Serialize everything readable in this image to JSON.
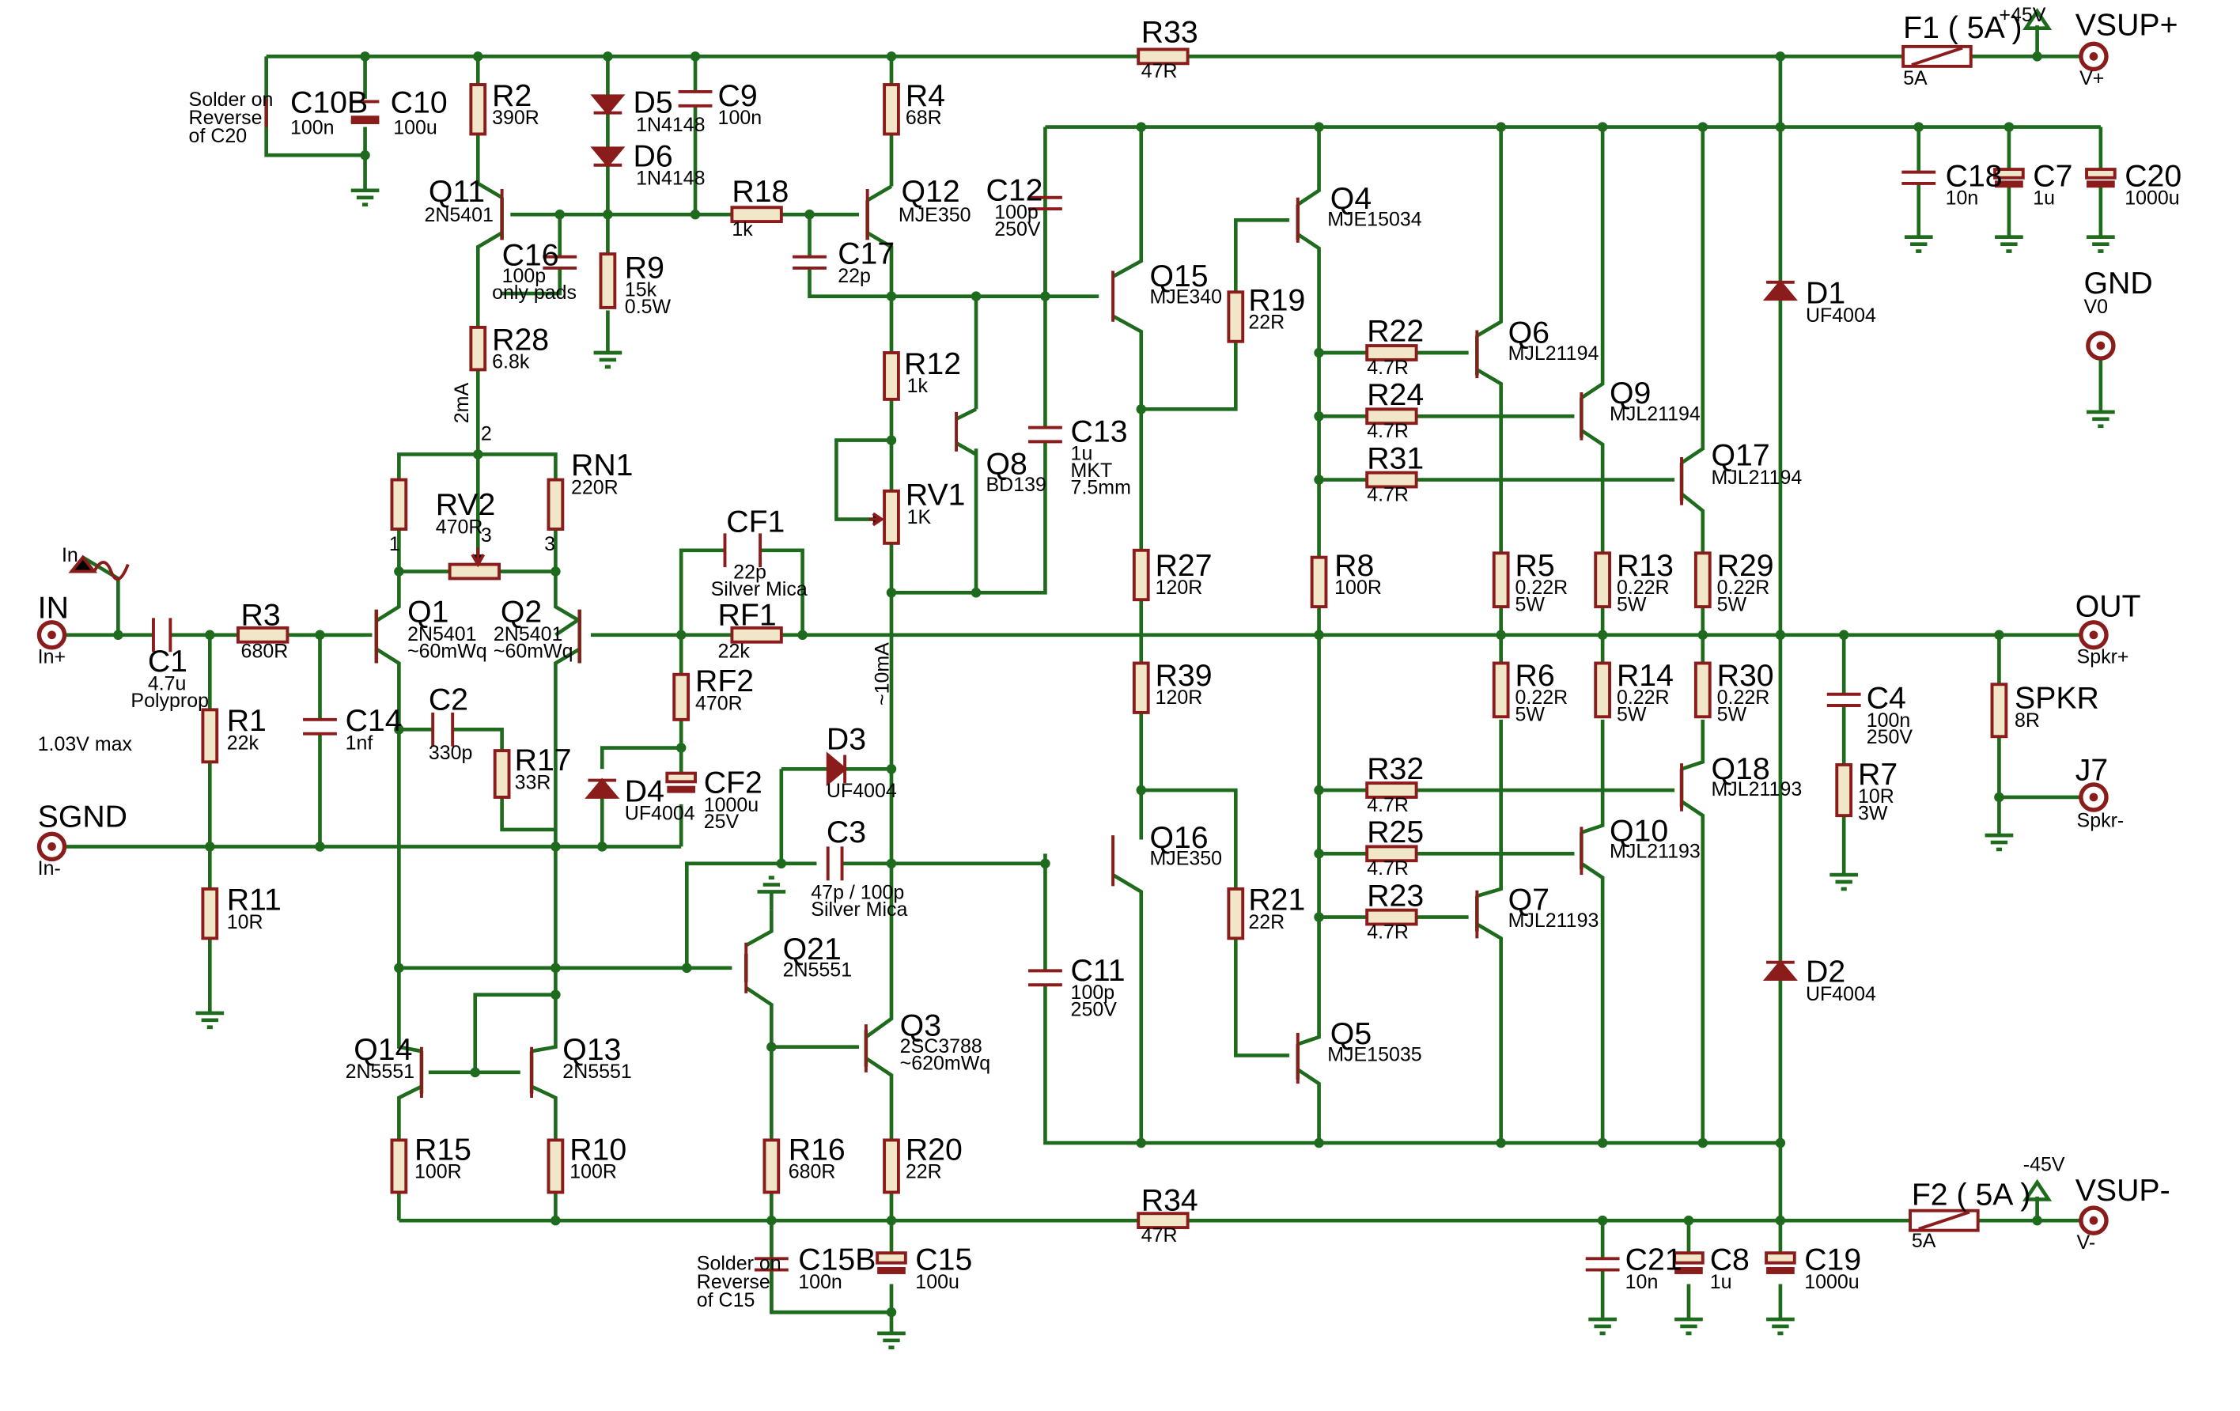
{
  "components": {
    "R33": {
      "ref": "R33",
      "value": "47R"
    },
    "F1": {
      "ref": "F1 ( 5A )",
      "value": "5A"
    },
    "VSUPP": {
      "ref": "VSUP+",
      "sub": "V+",
      "rail": "+45V"
    },
    "C10B": {
      "ref": "C10B",
      "value": "100n",
      "note": [
        "Solder on",
        "Reverse",
        "of C20"
      ]
    },
    "C10": {
      "ref": "C10",
      "value": "100u"
    },
    "R2": {
      "ref": "R2",
      "value": "390R"
    },
    "D5": {
      "ref": "D5",
      "value": "1N4148"
    },
    "D6": {
      "ref": "D6",
      "value": "1N4148"
    },
    "C9": {
      "ref": "C9",
      "value": "100n"
    },
    "R4": {
      "ref": "R4",
      "value": "68R"
    },
    "Q11": {
      "ref": "Q11",
      "value": "2N5401"
    },
    "C16": {
      "ref": "C16",
      "value": "100p",
      "value2": "only pads"
    },
    "R9": {
      "ref": "R9",
      "value": "15k",
      "value2": "0.5W"
    },
    "R18": {
      "ref": "R18",
      "value": "1k"
    },
    "Q12": {
      "ref": "Q12",
      "value": "MJE350"
    },
    "C17": {
      "ref": "C17",
      "value": "22p"
    },
    "C12": {
      "ref": "C12",
      "value": "100p",
      "value2": "250V"
    },
    "Q4": {
      "ref": "Q4",
      "value": "MJE15034"
    },
    "Q15": {
      "ref": "Q15",
      "value": "MJE340"
    },
    "R19": {
      "ref": "R19",
      "value": "22R"
    },
    "C18": {
      "ref": "C18",
      "value": "10n"
    },
    "C7": {
      "ref": "C7",
      "value": "1u"
    },
    "C20": {
      "ref": "C20",
      "value": "1000u"
    },
    "D1": {
      "ref": "D1",
      "value": "UF4004"
    },
    "GND": {
      "ref": "GND",
      "sub": "V0"
    },
    "R28": {
      "ref": "R28",
      "value": "6.8k",
      "current": "2mA"
    },
    "R12": {
      "ref": "R12",
      "value": "1k"
    },
    "R22": {
      "ref": "R22",
      "value": "4.7R"
    },
    "Q6": {
      "ref": "Q6",
      "value": "MJL21194"
    },
    "R24": {
      "ref": "R24",
      "value": "4.7R"
    },
    "Q9": {
      "ref": "Q9",
      "value": "MJL21194"
    },
    "R31": {
      "ref": "R31",
      "value": "4.7R"
    },
    "Q17": {
      "ref": "Q17",
      "value": "MJL21194"
    },
    "Q8": {
      "ref": "Q8",
      "value": "BD139"
    },
    "C13": {
      "ref": "C13",
      "value": "1u",
      "value2": "MKT",
      "value3": "7.5mm"
    },
    "RN1": {
      "ref": "RN1",
      "value": "220R"
    },
    "RV2": {
      "ref": "RV2",
      "value": "470R"
    },
    "RV1": {
      "ref": "RV1",
      "value": "1K"
    },
    "CF1": {
      "ref": "CF1",
      "value": "22p",
      "value2": "Silver Mica"
    },
    "R27": {
      "ref": "R27",
      "value": "120R"
    },
    "R8": {
      "ref": "R8",
      "value": "100R"
    },
    "R5": {
      "ref": "R5",
      "value": "0.22R",
      "value2": "5W"
    },
    "R13": {
      "ref": "R13",
      "value": "0.22R",
      "value2": "5W"
    },
    "R29": {
      "ref": "R29",
      "value": "0.22R",
      "value2": "5W"
    },
    "IN": {
      "ref": "IN",
      "sub": "In+",
      "sig": "In"
    },
    "C1": {
      "ref": "C1",
      "value": "4.7u",
      "value2": "Polyprop"
    },
    "R3": {
      "ref": "R3",
      "value": "680R"
    },
    "Q1": {
      "ref": "Q1",
      "value": "2N5401",
      "value2": "~60mWq"
    },
    "Q2": {
      "ref": "Q2",
      "value": "2N5401",
      "value2": "~60mWq"
    },
    "RF1": {
      "ref": "RF1",
      "value": "22k"
    },
    "OUT": {
      "ref": "OUT",
      "sub": "Spkr+"
    },
    "R39": {
      "ref": "R39",
      "value": "120R"
    },
    "R6": {
      "ref": "R6",
      "value": "0.22R",
      "value2": "5W"
    },
    "R14": {
      "ref": "R14",
      "value": "0.22R",
      "value2": "5W"
    },
    "R30": {
      "ref": "R30",
      "value": "0.22R",
      "value2": "5W"
    },
    "C4": {
      "ref": "C4",
      "value": "100n",
      "value2": "250V"
    },
    "SPKR": {
      "ref": "SPKR",
      "value": "8R"
    },
    "R1": {
      "ref": "R1",
      "value": "22k"
    },
    "C14": {
      "ref": "C14",
      "value": "1nf"
    },
    "C2": {
      "ref": "C2",
      "value": "330p"
    },
    "RF2": {
      "ref": "RF2",
      "value": "470R"
    },
    "R17": {
      "ref": "R17",
      "value": "33R"
    },
    "D4": {
      "ref": "D4",
      "value": "UF4004"
    },
    "CF2": {
      "ref": "CF2",
      "value": "1000u",
      "value2": "25V"
    },
    "D3": {
      "ref": "D3",
      "value": "UF4004",
      "current": "~10mA"
    },
    "R32": {
      "ref": "R32",
      "value": "4.7R"
    },
    "Q18": {
      "ref": "Q18",
      "value": "MJL21193"
    },
    "R7": {
      "ref": "R7",
      "value": "10R",
      "value2": "3W"
    },
    "J7": {
      "ref": "J7",
      "sub": "Spkr-"
    },
    "SGND": {
      "ref": "SGND",
      "sub": "In-",
      "note": "1.03V max"
    },
    "C3": {
      "ref": "C3",
      "value": "47p / 100p",
      "value2": "Silver Mica"
    },
    "Q16": {
      "ref": "Q16",
      "value": "MJE350"
    },
    "R25": {
      "ref": "R25",
      "value": "4.7R"
    },
    "Q10": {
      "ref": "Q10",
      "value": "MJL21193"
    },
    "R23": {
      "ref": "R23",
      "value": "4.7R"
    },
    "Q7": {
      "ref": "Q7",
      "value": "MJL21193"
    },
    "R11": {
      "ref": "R11",
      "value": "10R"
    },
    "Q21": {
      "ref": "Q21",
      "value": "2N5551"
    },
    "R21": {
      "ref": "R21",
      "value": "22R"
    },
    "C11": {
      "ref": "C11",
      "value": "100p",
      "value2": "250V"
    },
    "D2": {
      "ref": "D2",
      "value": "UF4004"
    },
    "Q14": {
      "ref": "Q14",
      "value": "2N5551"
    },
    "Q13": {
      "ref": "Q13",
      "value": "2N5551"
    },
    "Q3": {
      "ref": "Q3",
      "value": "2SC3788",
      "value2": "~620mWq"
    },
    "Q5": {
      "ref": "Q5",
      "value": "MJE15035"
    },
    "R15": {
      "ref": "R15",
      "value": "100R"
    },
    "R10": {
      "ref": "R10",
      "value": "100R"
    },
    "R16": {
      "ref": "R16",
      "value": "680R"
    },
    "R20": {
      "ref": "R20",
      "value": "22R"
    },
    "R34": {
      "ref": "R34",
      "value": "47R"
    },
    "F2": {
      "ref": "F2 ( 5A )",
      "value": "5A"
    },
    "VSUPM": {
      "ref": "VSUP-",
      "sub": "V-",
      "rail": "-45V"
    },
    "C15B": {
      "ref": "C15B",
      "value": "100n",
      "note": [
        "Solder on",
        "Reverse",
        "of C15"
      ]
    },
    "C15": {
      "ref": "C15",
      "value": "100u"
    },
    "C21": {
      "ref": "C21",
      "value": "10n"
    },
    "C8": {
      "ref": "C8",
      "value": "1u"
    },
    "C19": {
      "ref": "C19",
      "value": "1000u"
    }
  },
  "pins": {
    "p1": "1",
    "p2": "2",
    "p3a": "3",
    "p3b": "3"
  },
  "colors": {
    "wire": "#1e6b1e",
    "component": "#8a1c1c",
    "body": "#f1e6c8",
    "background": "#ffffff"
  }
}
